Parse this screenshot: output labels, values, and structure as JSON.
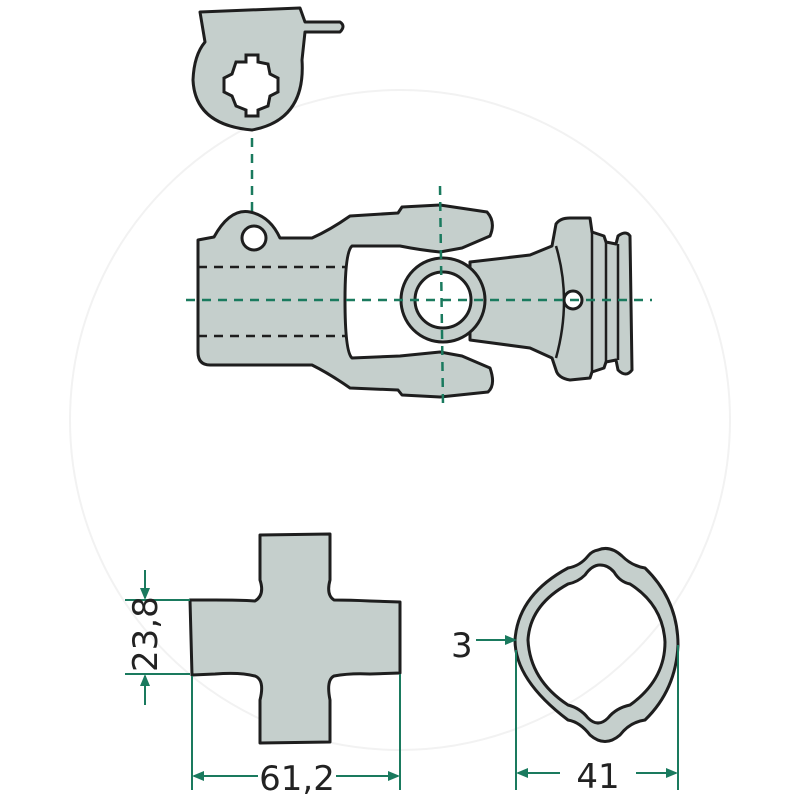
{
  "dimensions": {
    "cross_height": "23,8",
    "cross_width": "61,2",
    "tube_wall": "3",
    "tube_width": "41"
  },
  "colors": {
    "part_fill": "#c5cfcc",
    "outline": "#1e1e1e",
    "dimension_lines": "#1a7a5e"
  }
}
